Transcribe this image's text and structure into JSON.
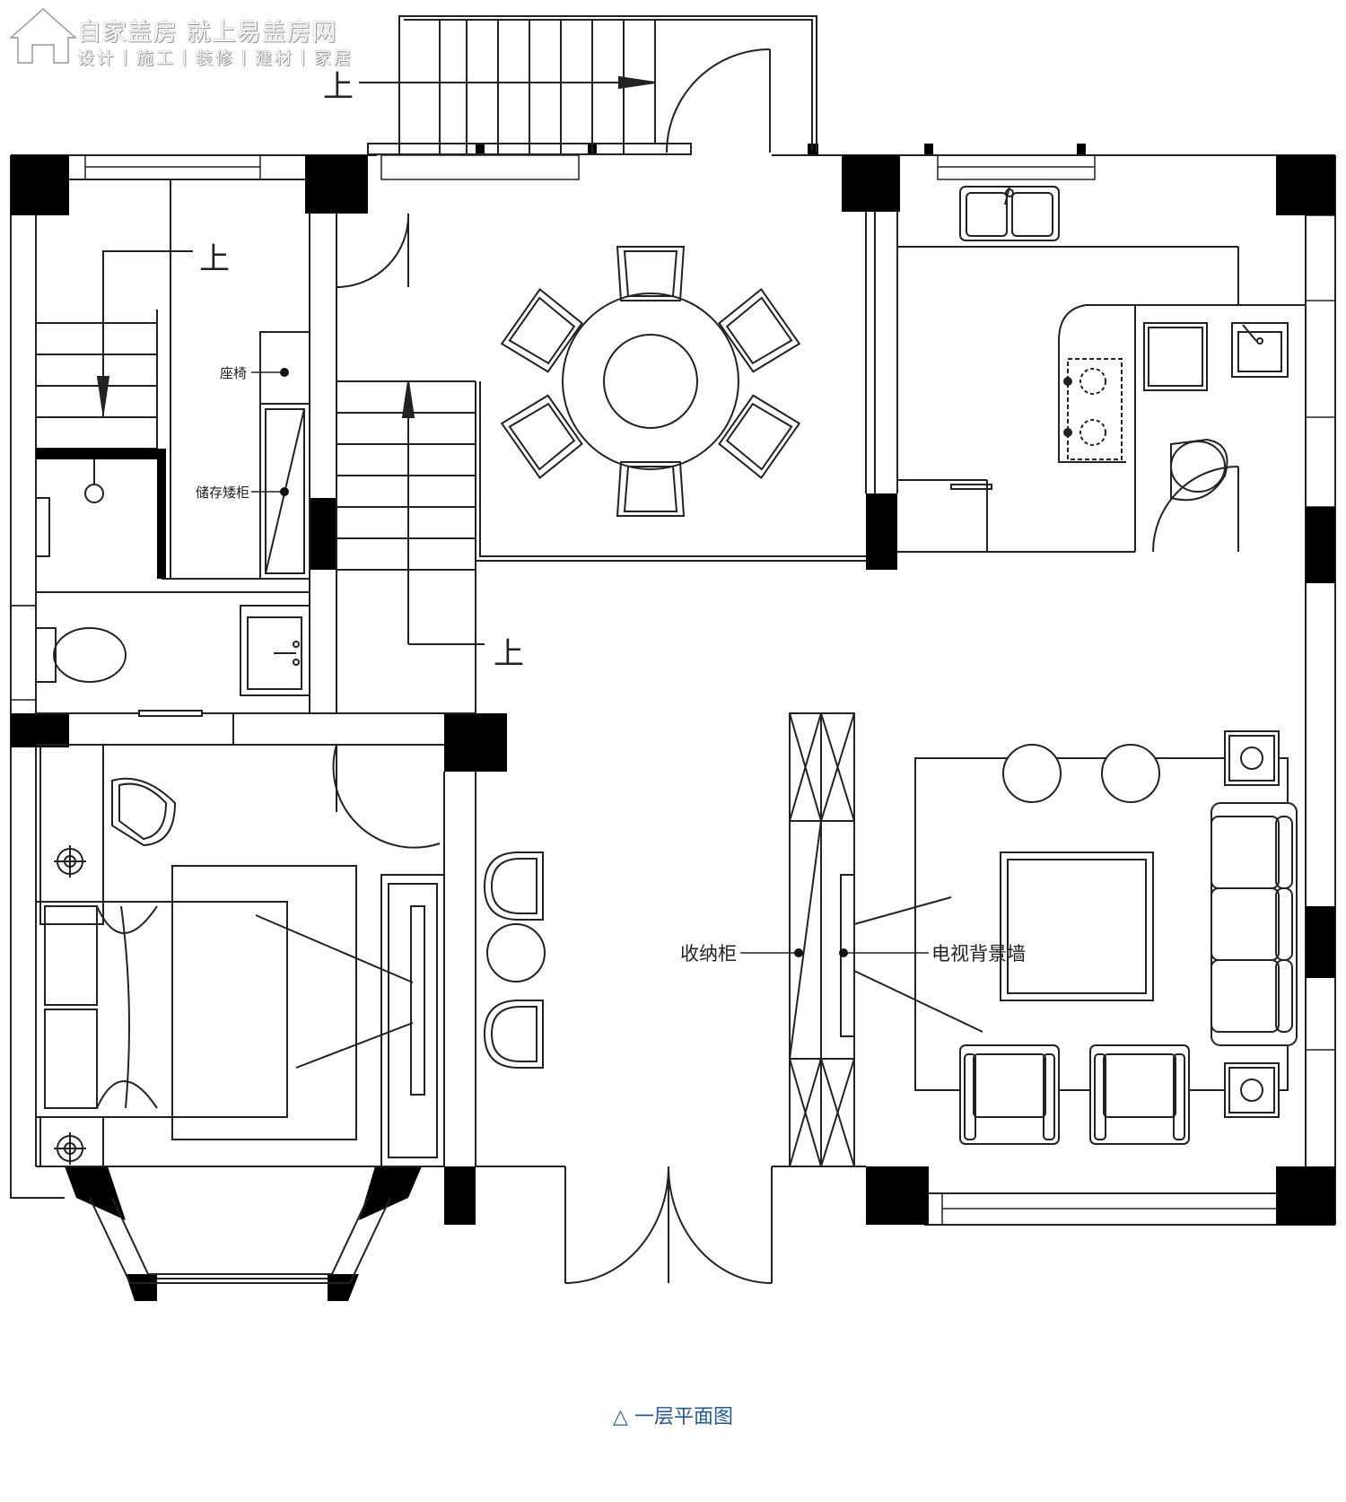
{
  "watermark": {
    "title": "自家盖房 就上易盖房网",
    "subtitle": "设计丨施工丨装修丨建材丨家居",
    "logo_icon": "house-logo-icon"
  },
  "caption": "△ 一层平面图",
  "labels": {
    "up_main_stair": "上",
    "up_left_stair": "上",
    "up_center_stair": "上",
    "seat": "座椅",
    "storage_low_cabinet": "储存矮柜",
    "storage_cabinet": "收纳柜",
    "tv_wall": "电视背景墙"
  },
  "colors": {
    "wall": "#000000",
    "line": "#222222",
    "caption": "#1f5aa0"
  }
}
